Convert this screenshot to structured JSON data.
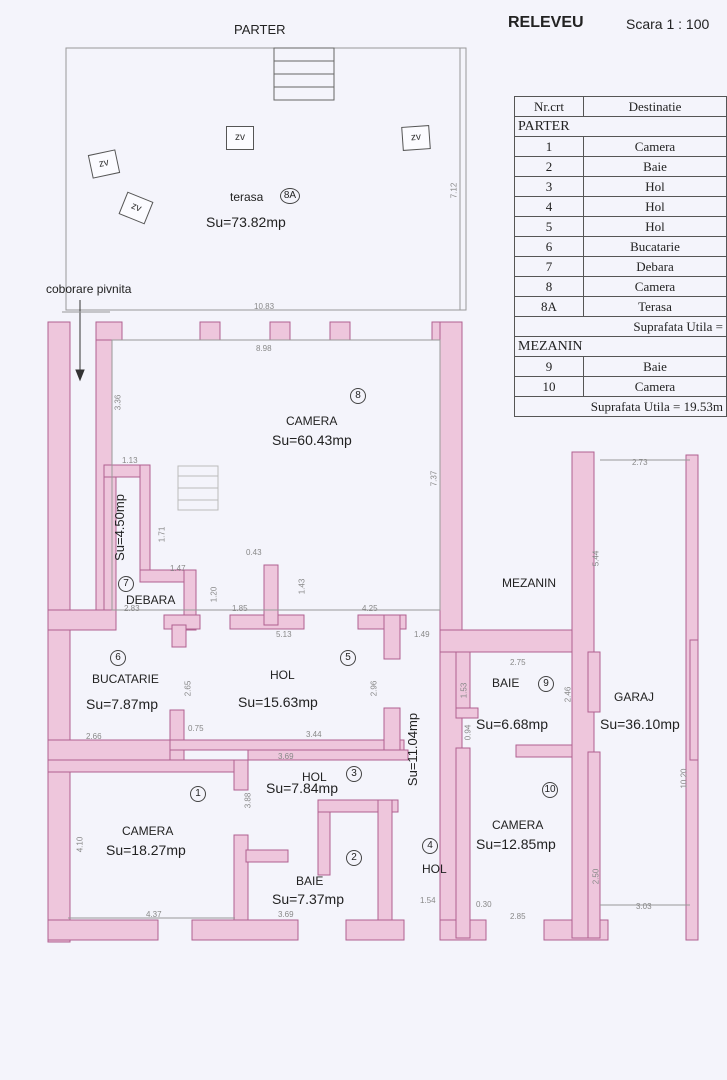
{
  "header": {
    "title": "RELEVEU",
    "scale": "Scara  1 : 100",
    "floor_label": "PARTER"
  },
  "legend": {
    "col_nr": "Nr.crt",
    "col_dest": "Destinatie",
    "sections": [
      {
        "name": "PARTER",
        "rows": [
          {
            "nr": "1",
            "dest": "Camera"
          },
          {
            "nr": "2",
            "dest": "Baie"
          },
          {
            "nr": "3",
            "dest": "Hol"
          },
          {
            "nr": "4",
            "dest": "Hol"
          },
          {
            "nr": "5",
            "dest": "Hol"
          },
          {
            "nr": "6",
            "dest": "Bucatarie"
          },
          {
            "nr": "7",
            "dest": "Debara"
          },
          {
            "nr": "8",
            "dest": "Camera"
          },
          {
            "nr": "8A",
            "dest": "Terasa"
          }
        ],
        "summary": "Suprafata Utila ="
      },
      {
        "name": "MEZANIN",
        "rows": [
          {
            "nr": "9",
            "dest": "Baie"
          },
          {
            "nr": "10",
            "dest": "Camera"
          }
        ],
        "summary": "Suprafata Utila = 19.53m"
      }
    ]
  },
  "annotations": {
    "stairs_down": "coborare pivnita",
    "mezanin": "MEZANIN",
    "zv": "zv"
  },
  "rooms": {
    "terasa": {
      "name": "terasa",
      "num": "8A",
      "area": "Su=73.82mp"
    },
    "camera8": {
      "name": "CAMERA",
      "num": "8",
      "area": "Su=60.43mp"
    },
    "debara": {
      "name": "DEBARA",
      "num": "7",
      "area": "Su=4.50mp"
    },
    "bucatarie": {
      "name": "BUCATARIE",
      "num": "6",
      "area": "Su=7.87mp"
    },
    "hol5": {
      "name": "HOL",
      "num": "5",
      "area": "Su=15.63mp"
    },
    "camera1": {
      "name": "CAMERA",
      "num": "1",
      "area": "Su=18.27mp"
    },
    "hol3": {
      "name": "HOL",
      "num": "3",
      "area": "Su=7.84mp"
    },
    "baie2": {
      "name": "BAIE",
      "num": "2",
      "area": "Su=7.37mp"
    },
    "hol4": {
      "name": "HOL",
      "num": "4",
      "area": "Su=11.04mp"
    },
    "baie9": {
      "name": "BAIE",
      "num": "9",
      "area": "Su=6.68mp"
    },
    "camera10": {
      "name": "CAMERA",
      "num": "10",
      "area": "Su=12.85mp"
    },
    "garaj": {
      "name": "GARAJ",
      "area": "Su=36.10mp"
    }
  },
  "dimensions": {
    "terrace_width": "10.83",
    "terrace_depth": "7.12",
    "camera8_width": "8.98",
    "camera8_depth": "7.37",
    "camera8_left": "3.36",
    "d113": "1.13",
    "d171": "1.71",
    "d147": "1.47",
    "d043": "0.43",
    "d120": "1.20",
    "d283": "2.83",
    "d185": "1.85",
    "d143": "1.43",
    "d513": "5.13",
    "d425": "4.25",
    "d149": "1.49",
    "d265": "2.65",
    "d296": "2.96",
    "d075": "0.75",
    "d344": "3.44",
    "d266": "2.66",
    "d369a": "3.69",
    "d410": "4.10",
    "d388": "3.88",
    "d437": "4.37",
    "d369b": "3.69",
    "d153": "1.53",
    "d275": "2.75",
    "d246": "2.46",
    "d094": "0.94",
    "d285": "2.85",
    "d250": "2.50",
    "d154": "1.54",
    "d030": "0.30",
    "d273": "2.73",
    "d303": "3.03",
    "d1020": "10.20",
    "d544": "5.44"
  }
}
